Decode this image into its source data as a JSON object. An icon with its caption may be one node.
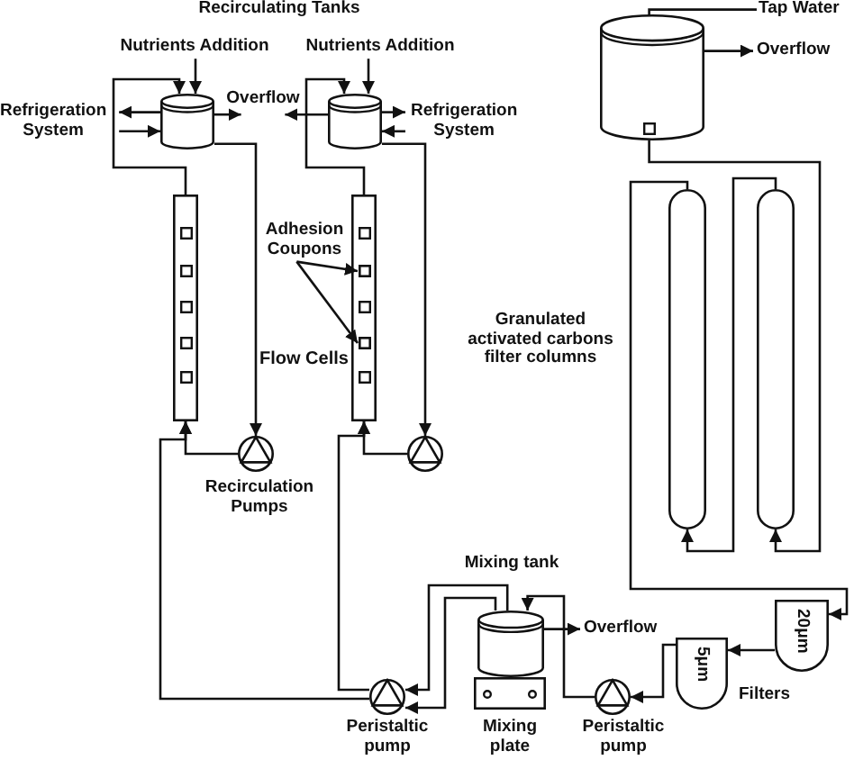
{
  "diagram": {
    "nodes": [
      {
        "text": [
          "Nutrients Addition"
        ]
      },
      {
        "text": [
          "Nutrients Addition"
        ]
      },
      {
        "text": [
          "Tap Water"
        ]
      },
      {
        "text": [
          "Overflow"
        ]
      },
      {
        "text": [
          "Overflow"
        ]
      },
      {
        "text": [
          "Refrigeration System"
        ]
      },
      {
        "text": [],
        "shape": "cylinder"
      },
      {
        "text": [],
        "shape": "cylinder"
      },
      {
        "text": [
          "Refrigeration System"
        ]
      },
      {
        "text": [],
        "shape": "cylinder"
      },
      {
        "text": [],
        "shape": "capsule"
      },
      {
        "text": [],
        "shape": "capsule"
      },
      {
        "text": [
          "Adhesion Coupons"
        ]
      },
      {
        "text": [],
        "shape": "bar"
      },
      {
        "text": [],
        "shape": "bar"
      },
      {
        "text": [],
        "shape": "box",
        "in": 14
      },
      {
        "text": [],
        "shape": "box",
        "in": 14
      },
      {
        "text": [],
        "shape": "circle"
      },
      {
        "text": [],
        "shape": "circle"
      },
      {
        "text": [],
        "shape": "cylinder",
        "beside": [
          "Mixing tank"
        ]
      },
      {
        "text": [
          "Overflow"
        ]
      },
      {
        "text": [
          "20μm"
        ]
      },
      {
        "text": [
          "5μm"
        ]
      },
      {
        "text": [],
        "shape": "circle",
        "beside": [
          "Peristaltic pump"
        ]
      },
      {
        "text": [],
        "shape": "box",
        "beside": [
          "Mixing plate"
        ]
      },
      {
        "text": [],
        "shape": "circle",
        "beside": [
          "Peristaltic pump"
        ]
      }
    ],
    "edges": [
      {
        "from": 0,
        "to": 6,
        "arrow": "to"
      },
      {
        "from": 1,
        "to": 7,
        "arrow": "to"
      },
      {
        "from": 2,
        "to": 9,
        "arrow": "none"
      },
      {
        "from": 6,
        "to": 3,
        "arrow": "to"
      },
      {
        "from": 7,
        "to": 3,
        "arrow": "to"
      },
      {
        "from": 9,
        "to": 4,
        "arrow": "to"
      },
      {
        "from": 6,
        "to": 5,
        "arrow": "to"
      },
      {
        "from": 5,
        "to": 6,
        "arrow": "to"
      },
      {
        "from": 7,
        "to": 8,
        "arrow": "to"
      },
      {
        "from": 8,
        "to": 7,
        "arrow": "to"
      },
      {
        "from": 13,
        "to": 6,
        "arrow": "to"
      },
      {
        "from": 14,
        "to": 7,
        "arrow": "to"
      },
      {
        "from": 6,
        "to": 17,
        "arrow": "to"
      },
      {
        "from": 7,
        "to": 18,
        "arrow": "to"
      },
      {
        "from": 17,
        "to": 13,
        "arrow": "to"
      },
      {
        "from": 18,
        "to": 14,
        "arrow": "to"
      },
      {
        "from": 12,
        "to": 15,
        "arrow": "to"
      },
      {
        "from": 12,
        "to": 16,
        "arrow": "to"
      },
      {
        "from": 9,
        "to": 11,
        "arrow": "to"
      },
      {
        "from": 11,
        "to": 10,
        "arrow": "to"
      },
      {
        "from": 10,
        "to": 21,
        "arrow": "to"
      },
      {
        "from": 21,
        "to": 22,
        "arrow": "to"
      },
      {
        "from": 22,
        "to": 25,
        "arrow": "to"
      },
      {
        "from": 25,
        "to": 19,
        "arrow": "to"
      },
      {
        "from": 19,
        "to": 20,
        "arrow": "to"
      },
      {
        "from": 19,
        "to": 23,
        "arrow": "to"
      },
      {
        "from": 19,
        "to": 23,
        "arrow": "to"
      },
      {
        "from": 23,
        "to": 13,
        "arrow": "to"
      },
      {
        "from": 23,
        "to": 14,
        "arrow": "to"
      }
    ],
    "labels": [
      "Recirculating Tanks",
      "Granulated activated carbons filter columns",
      "Flow Cells",
      "Recirculation Pumps",
      "Filters"
    ]
  }
}
